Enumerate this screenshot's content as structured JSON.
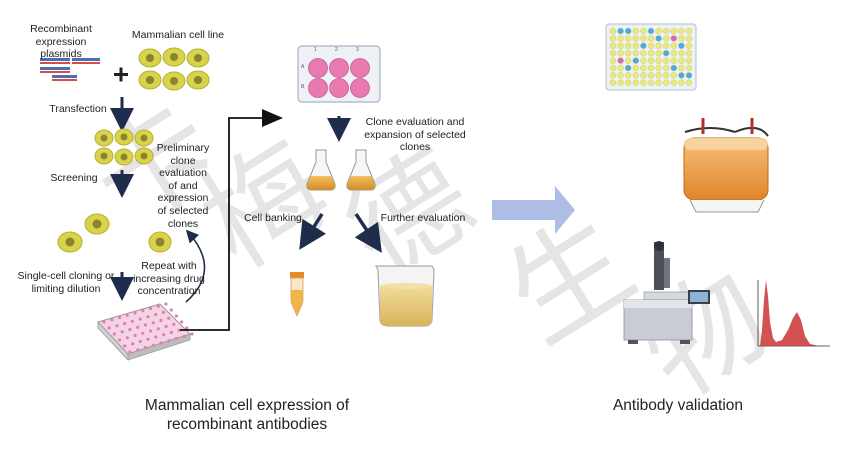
{
  "labels": {
    "recombinant_plasmids": "Recombinant expression plasmids",
    "mammalian_cell_line": "Mammalian cell line",
    "transfection": "Transfection",
    "screening": "Screening",
    "preliminary": "Preliminary clone evaluation of and expression of selected clones",
    "single_cell": "Single-cell cloning or limiting dilution",
    "repeat": "Repeat with increasing drug concentration",
    "clone_eval": "Clone evaluation and expansion of selected clones",
    "cell_banking": "Cell banking",
    "further_eval": "Further evaluation",
    "section_left": "Mammalian cell expression of recombinant antibodies",
    "section_right": "Antibody validation"
  },
  "plate_labels": {
    "cols": [
      "1",
      "2",
      "3"
    ],
    "rows": [
      "A",
      "B"
    ]
  },
  "watermark": {
    "chars": [
      "卡",
      "梅",
      "德",
      "生",
      "物"
    ]
  },
  "colors": {
    "cell_fill": "#d8d34a",
    "cell_nucleus": "#8a8430",
    "plate_well": "#e97ab0",
    "flask_liquid": "#e3a83a",
    "big_arrow": "#aebde6",
    "arrow_dark": "#1f2d4d",
    "beaker_liquid": "#e8c878",
    "tube_fill": "#f0b44c",
    "hist_red": "#cc3a3a"
  }
}
